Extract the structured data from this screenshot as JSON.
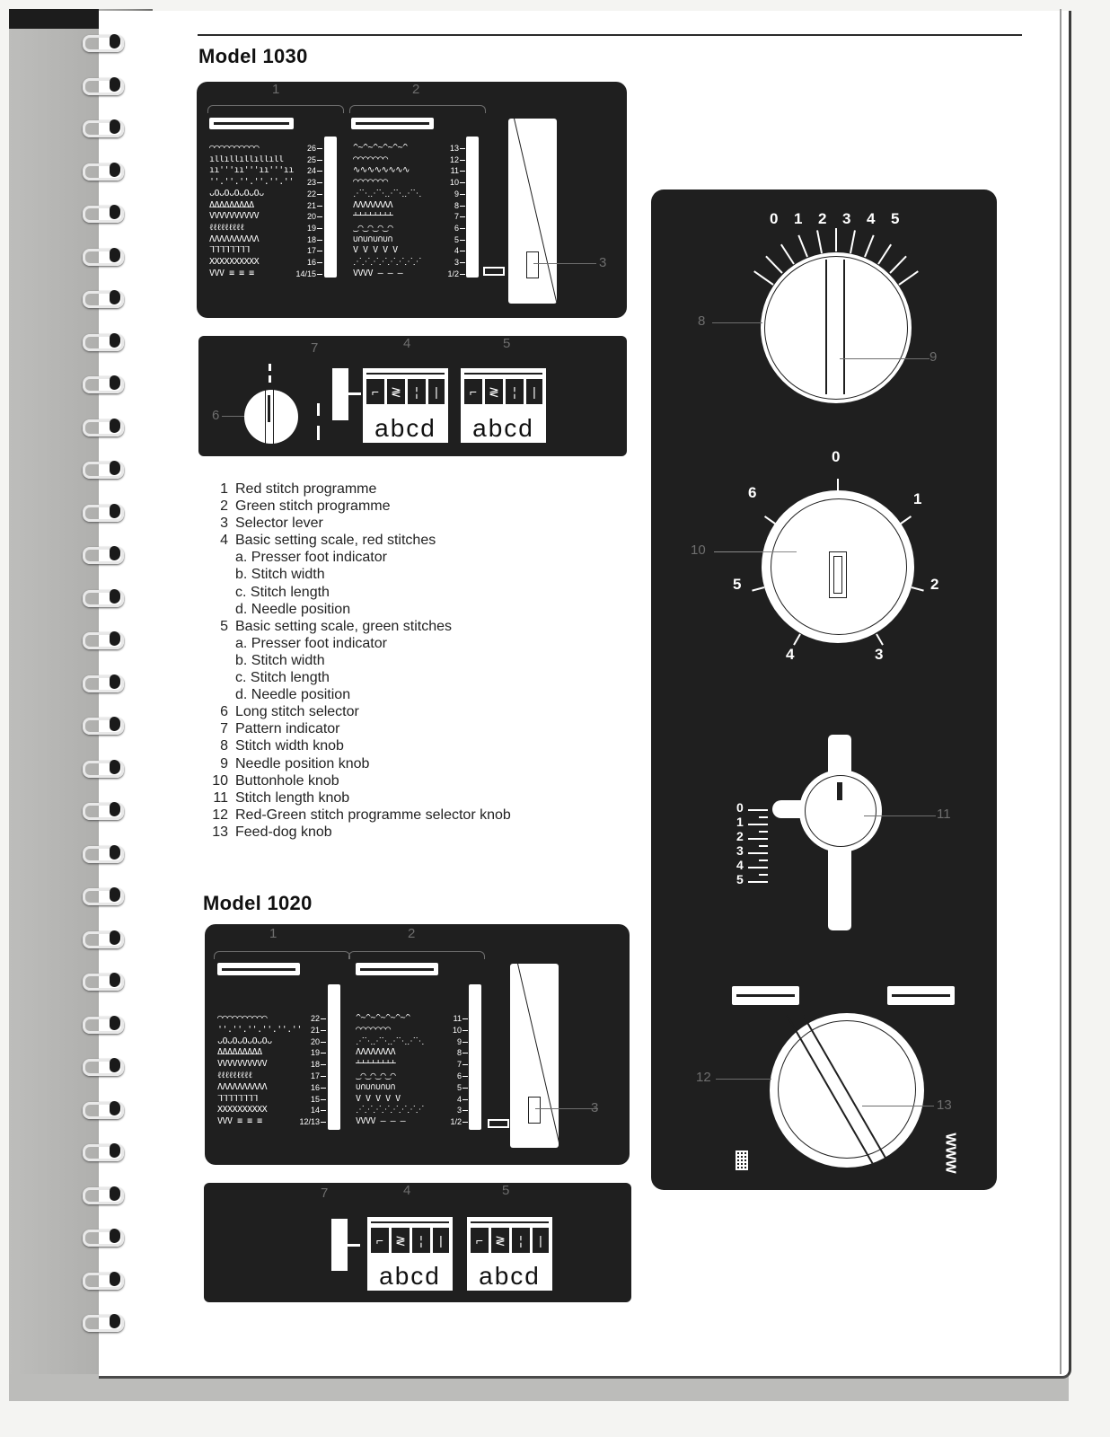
{
  "model_1030": {
    "title": "Model 1030",
    "stitch_panel": {
      "callout_1": "1",
      "callout_2": "2",
      "callout_3": "3",
      "red_programme": {
        "numbers": [
          "26",
          "25",
          "24",
          "23",
          "22",
          "21",
          "20",
          "19",
          "18",
          "17",
          "16",
          "14/15"
        ],
        "patterns": [
          "⌒⌒⌒⌒⌒⌒⌒⌒⌒⌒",
          "ıllıllıllıllıll",
          "ıı'''ıı'''ıı'''ıı",
          "''.''.''.''.''.''",
          "ᴗOᴗOᴗOᴗOᴗOᴗ",
          "ΔΔΔΔΔΔΔΔΔ",
          "VVVVVVVVVV",
          "ℓℓℓℓℓℓℓℓℓ",
          "ΛΛΛΛΛΛΛΛΛΛ",
          "ᒣᒣᒣᒣᒣᒣᒣᒣ",
          "XXXXXXXXXX",
          "VVV ≡ ≡ ≡"
        ]
      },
      "green_programme": {
        "numbers": [
          "13",
          "12",
          "11",
          "10",
          "9",
          "8",
          "7",
          "6",
          "5",
          "4",
          "3",
          "1/2"
        ],
        "patterns": [
          "^~^~^~^~^~^",
          "◠◠◠◠◠◠◠",
          "∿∿∿∿∿∿∿∿",
          "◠◠◠◠◠◠◠",
          "⋰⋱⋰⋱⋰⋱⋰⋱",
          "ΛΛΛΛΛΛΛΛ",
          "┴┴┴┴┴┴┴┴",
          "‿⌒‿⌒‿⌒‿⌒",
          "∪∩∪∩∪∩∪∩",
          "V‾V‾V‾V‾V",
          "⋰⋰⋰⋰⋰⋰⋰⋰",
          "VVVV – – –"
        ]
      }
    },
    "setting_panel": {
      "callout_6": "6",
      "callout_7": "7",
      "callout_4": "4",
      "callout_5": "5",
      "scale_red_letters": "abcd",
      "scale_green_letters": "abcd"
    }
  },
  "legend": {
    "items": [
      {
        "num": "1",
        "label": "Red stitch programme"
      },
      {
        "num": "2",
        "label": "Green stitch programme"
      },
      {
        "num": "3",
        "label": "Selector lever"
      },
      {
        "num": "4",
        "label": "Basic setting scale, red stitches"
      },
      {
        "num": "",
        "label": "a. Presser foot indicator",
        "sub": true
      },
      {
        "num": "",
        "label": "b. Stitch width",
        "sub": true
      },
      {
        "num": "",
        "label": "c. Stitch length",
        "sub": true
      },
      {
        "num": "",
        "label": "d. Needle position",
        "sub": true
      },
      {
        "num": "5",
        "label": "Basic setting scale, green stitches"
      },
      {
        "num": "",
        "label": "a. Presser foot indicator",
        "sub": true
      },
      {
        "num": "",
        "label": "b. Stitch width",
        "sub": true
      },
      {
        "num": "",
        "label": "c. Stitch length",
        "sub": true
      },
      {
        "num": "",
        "label": "d. Needle position",
        "sub": true
      },
      {
        "num": "6",
        "label": "Long stitch selector"
      },
      {
        "num": "7",
        "label": "Pattern indicator"
      },
      {
        "num": "8",
        "label": "Stitch width knob"
      },
      {
        "num": "9",
        "label": "Needle position knob"
      },
      {
        "num": "10",
        "label": "Buttonhole knob"
      },
      {
        "num": "11",
        "label": "Stitch length knob"
      },
      {
        "num": "12",
        "label": "Red-Green stitch programme selector knob"
      },
      {
        "num": "13",
        "label": "Feed-dog knob"
      }
    ]
  },
  "knob_panel": {
    "stitch_width_knob": {
      "callout": "8",
      "needle_callout": "9",
      "scale": [
        "0",
        "1",
        "2",
        "3",
        "4",
        "5"
      ]
    },
    "buttonhole_knob": {
      "callout": "10",
      "scale": [
        "0",
        "1",
        "2",
        "3",
        "4",
        "5",
        "6"
      ]
    },
    "stitch_length_knob": {
      "callout": "11",
      "scale": [
        "0",
        "1",
        "2",
        "3",
        "4",
        "5"
      ]
    },
    "programme_selector_knob": {
      "callout": "12",
      "feed_dog_callout": "13",
      "left_icon": "grid-stitch-icon",
      "right_icon": "zigzag-stitch-icon"
    }
  },
  "model_1020": {
    "title": "Model 1020",
    "stitch_panel": {
      "callout_1": "1",
      "callout_2": "2",
      "callout_3": "3",
      "red_programme": {
        "numbers": [
          "22",
          "21",
          "20",
          "19",
          "18",
          "17",
          "16",
          "15",
          "14",
          "12/13"
        ],
        "patterns": [
          "⌒⌒⌒⌒⌒⌒⌒⌒⌒⌒",
          "''.''.''.''.''.''",
          "ᴗOᴗOᴗOᴗOᴗOᴗ",
          "ΔΔΔΔΔΔΔΔΔ",
          "VVVVVVVVVV",
          "ℓℓℓℓℓℓℓℓℓ",
          "ΛΛΛΛΛΛΛΛΛΛ",
          "ᒣᒣᒣᒣᒣᒣᒣᒣ",
          "XXXXXXXXXX",
          "VVV ≡ ≡ ≡"
        ]
      },
      "green_programme": {
        "numbers": [
          "11",
          "10",
          "9",
          "8",
          "7",
          "6",
          "5",
          "4",
          "3",
          "1/2"
        ],
        "patterns": [
          "^~^~^~^~^~^",
          "◠◠◠◠◠◠◠",
          "⋰⋱⋰⋱⋰⋱⋰⋱",
          "ΛΛΛΛΛΛΛΛ",
          "┴┴┴┴┴┴┴┴",
          "‿⌒‿⌒‿⌒‿⌒",
          "∪∩∪∩∪∩∪∩",
          "V‾V‾V‾V‾V",
          "⋰⋰⋰⋰⋰⋰⋰⋰",
          "VVVV – – –"
        ]
      }
    },
    "setting_panel": {
      "callout_7": "7",
      "callout_4": "4",
      "callout_5": "5",
      "scale_red_letters": "abcd",
      "scale_green_letters": "abcd"
    }
  }
}
